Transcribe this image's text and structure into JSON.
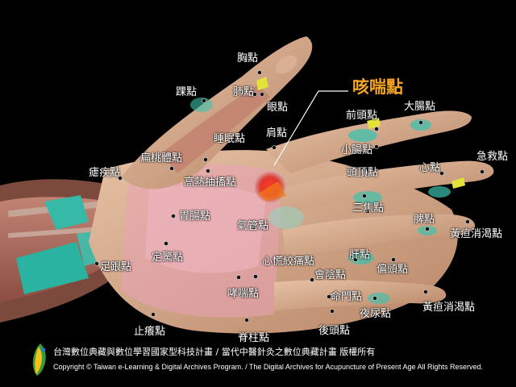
{
  "highlight": {
    "label": "咳喘點",
    "color": "#f5a623"
  },
  "points": {
    "xiong": "胸點",
    "huai": "踝點",
    "fei": "肺點",
    "yan": "眼點",
    "jian": "肩點",
    "shuimian": "睡眠點",
    "qiantou": "前頭點",
    "dachang": "大腸點",
    "xiaochang": "小腸點",
    "jijiu": "急救點",
    "biantaoti": "扁桃體點",
    "yaotong": "瘧疾點",
    "gaore": "高熱抽搐點",
    "dingtou": "頭頂點",
    "xin": "心點",
    "weichang": "胃腸點",
    "sanjiao": "三焦點",
    "pi": "脾點",
    "huangdan1": "黃疸消渴點",
    "qiguan": "氣管點",
    "zugen": "足跟點",
    "dingjing": "定驚點",
    "gan": "肝點",
    "xinhuang": "心慌絞痛點",
    "piantou": "偏頭點",
    "huiyin": "會陰點",
    "xiaochuan": "哮喘點",
    "mingmen": "命門點",
    "yeniao": "夜尿點",
    "huangdan2": "黃疸消渴點",
    "zhiyang": "止癢點",
    "jizhu": "脊柱點",
    "houtou": "後頭點"
  },
  "footer": {
    "chinese": "台灣數位典藏與數位學習國家型科技計畫 / 當代中醫針灸之數位典藏計畫 版權所有",
    "english": "Copyright © Taiwan e-Learning & Digital Archives Program. / The Digital Archives for Acupuncture of Present Age All Rights Reserved."
  }
}
